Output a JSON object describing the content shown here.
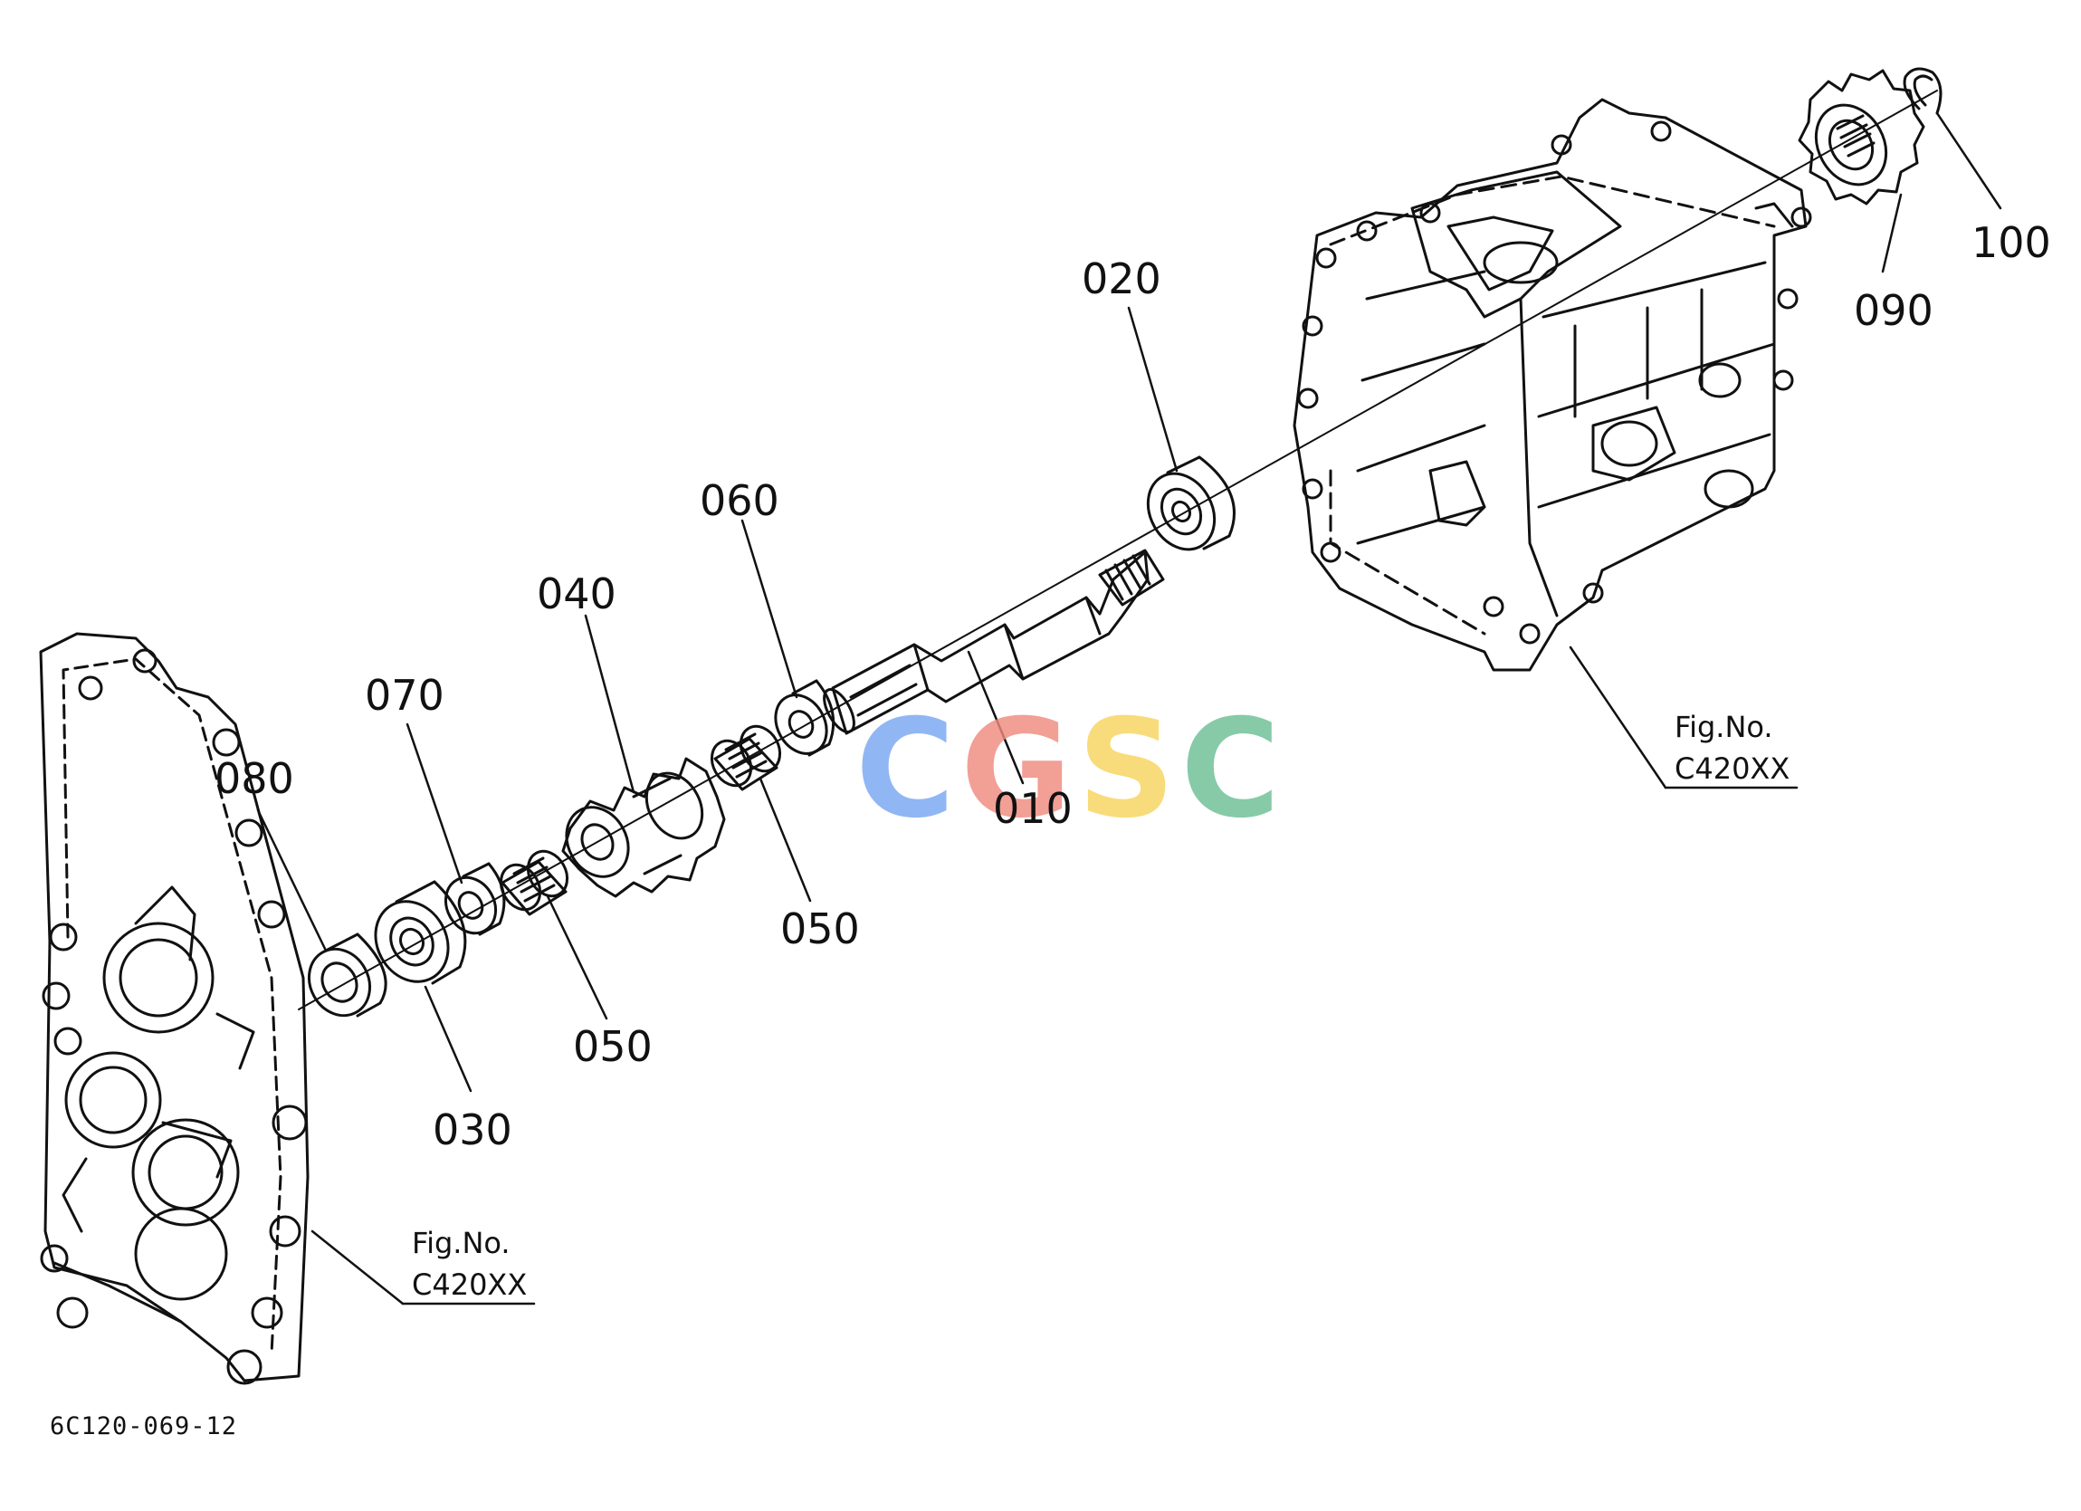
{
  "parts": [
    {
      "number": "010"
    },
    {
      "number": "020"
    },
    {
      "number": "030"
    },
    {
      "number": "040"
    },
    {
      "number": "050"
    },
    {
      "number": "050"
    },
    {
      "number": "060"
    },
    {
      "number": "070"
    },
    {
      "number": "080"
    },
    {
      "number": "090"
    },
    {
      "number": "100"
    }
  ],
  "references": [
    {
      "line1": "Fig.No.",
      "line2": "C420XX"
    },
    {
      "line1": "Fig.No.",
      "line2": "C420XX"
    }
  ],
  "diagram_code": "6C120-069-12",
  "watermark": {
    "letters": [
      "C",
      "G",
      "S",
      "C"
    ],
    "colors": [
      "#7aa7f2",
      "#f08a80",
      "#f7d55f",
      "#6cbf95"
    ]
  }
}
